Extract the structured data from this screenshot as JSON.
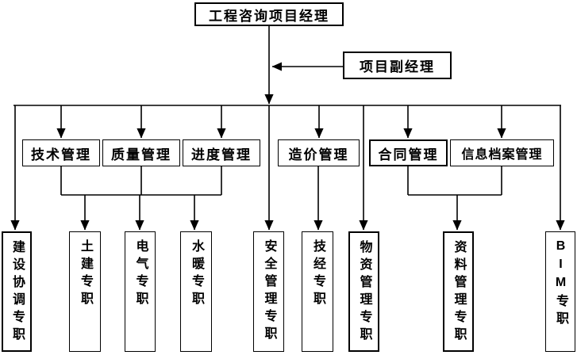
{
  "diagram": {
    "type": "org-chart",
    "language": "zh-CN",
    "root": {
      "label": "工程咨询项目经理"
    },
    "deputy": {
      "label": "项目副经理"
    },
    "departments": [
      {
        "label": "技术管理"
      },
      {
        "label": "质量管理"
      },
      {
        "label": "进度管理"
      },
      {
        "label": "造价管理"
      },
      {
        "label": "合同管理"
      },
      {
        "label": "信息档案管理"
      }
    ],
    "specialists": [
      {
        "label": "建设协调专职"
      },
      {
        "label": "土建专职"
      },
      {
        "label": "电气专职"
      },
      {
        "label": "水暖专职"
      },
      {
        "label": "安全管理专职"
      },
      {
        "label": "技经专职"
      },
      {
        "label": "物资管理专职"
      },
      {
        "label": "资料管理专职"
      },
      {
        "label": "BIM专职"
      }
    ],
    "edges": [
      {
        "from": "项目副经理",
        "to": "工程咨询项目经理",
        "style": "horizontal-arrow"
      },
      {
        "from": "工程咨询项目经理",
        "to": "技术管理"
      },
      {
        "from": "工程咨询项目经理",
        "to": "质量管理"
      },
      {
        "from": "工程咨询项目经理",
        "to": "进度管理"
      },
      {
        "from": "工程咨询项目经理",
        "to": "造价管理"
      },
      {
        "from": "工程咨询项目经理",
        "to": "合同管理"
      },
      {
        "from": "工程咨询项目经理",
        "to": "信息档案管理"
      },
      {
        "from": "工程咨询项目经理",
        "to": "建设协调专职"
      },
      {
        "from": "工程咨询项目经理",
        "to": "安全管理专职"
      },
      {
        "from": "工程咨询项目经理",
        "to": "物资管理专职"
      },
      {
        "from": "工程咨询项目经理",
        "to": "BIM专职"
      },
      {
        "from": "技术管理+质量管理+进度管理",
        "to": "土建专职"
      },
      {
        "from": "技术管理+质量管理+进度管理",
        "to": "电气专职"
      },
      {
        "from": "技术管理+质量管理+进度管理",
        "to": "水暖专职"
      },
      {
        "from": "造价管理",
        "to": "技经专职"
      },
      {
        "from": "合同管理+信息档案管理",
        "to": "资料管理专职"
      }
    ],
    "colors": {
      "line": "#000000",
      "text": "#000000",
      "box_background": "#ffffff",
      "page_background": "#ffffff"
    }
  }
}
